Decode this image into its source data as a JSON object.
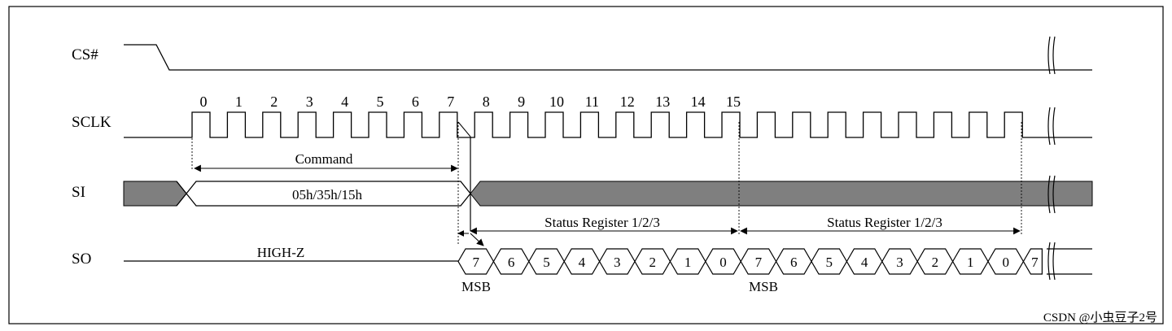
{
  "signals": {
    "cs": "CS#",
    "sclk": "SCLK",
    "si": "SI",
    "so": "SO"
  },
  "clock_numbers": [
    "0",
    "1",
    "2",
    "3",
    "4",
    "5",
    "6",
    "7",
    "8",
    "9",
    "10",
    "11",
    "12",
    "13",
    "14",
    "15"
  ],
  "annotations": {
    "command": "Command",
    "command_value": "05h/35h/15h",
    "high_z": "HIGH-Z",
    "status_1": "Status Register 1/2/3",
    "status_2": "Status Register 1/2/3",
    "msb_1": "MSB",
    "msb_2": "MSB"
  },
  "so_bits": [
    "7",
    "6",
    "5",
    "4",
    "3",
    "2",
    "1",
    "0",
    "7",
    "6",
    "5",
    "4",
    "3",
    "2",
    "1",
    "0",
    "7"
  ],
  "watermark": "CSDN @小虫豆子2号",
  "colors": {
    "line": "#000000",
    "fill_dont_care": "#7f7f7f",
    "watermark": "#9a9a9a"
  }
}
